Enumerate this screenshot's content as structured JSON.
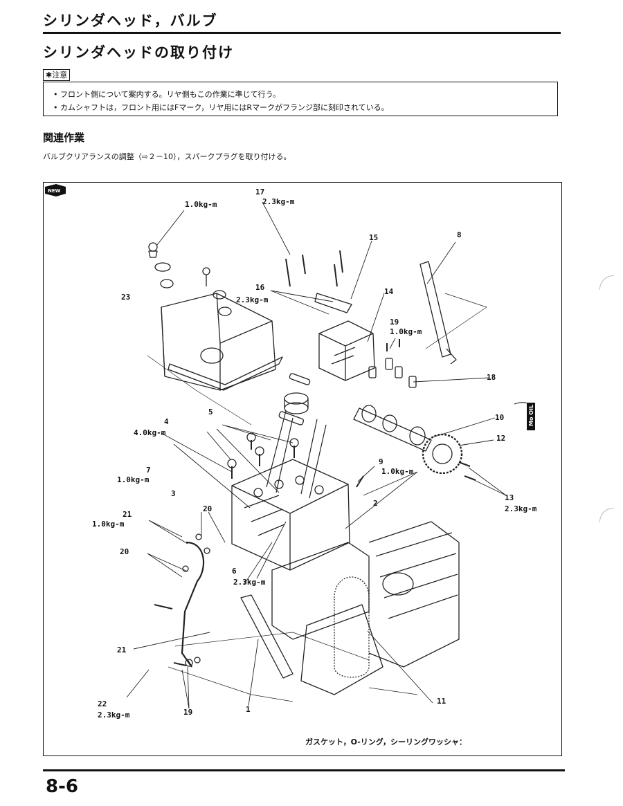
{
  "header": {
    "chapter_title": "シリンダヘッド，バルブ",
    "section_title": "シリンダヘッドの取り付け"
  },
  "caution": {
    "badge": "注意",
    "lines": [
      "フロント側について案内する。リヤ側もこの作業に準じて行う。",
      "カムシャフトは，フロント用にはFマーク，リヤ用にはRマークがフランジ部に刻印されている。"
    ]
  },
  "related": {
    "heading": "関連作業",
    "text": "バルブクリアランスの調整（⇨２－10），スパークプラグを取り付ける。"
  },
  "callouts": [
    {
      "id": "1",
      "label": "1"
    },
    {
      "id": "2",
      "label": "2"
    },
    {
      "id": "3",
      "label": "3"
    },
    {
      "id": "4",
      "label": "4"
    },
    {
      "id": "4t",
      "label": "4.0kg-m"
    },
    {
      "id": "5",
      "label": "5"
    },
    {
      "id": "6",
      "label": "6"
    },
    {
      "id": "6t",
      "label": "2.3kg-m"
    },
    {
      "id": "7",
      "label": "7"
    },
    {
      "id": "7t",
      "label": "1.0kg-m"
    },
    {
      "id": "8",
      "label": "8"
    },
    {
      "id": "9",
      "label": "9"
    },
    {
      "id": "9t",
      "label": "1.0kg-m"
    },
    {
      "id": "10",
      "label": "10"
    },
    {
      "id": "11",
      "label": "11"
    },
    {
      "id": "12",
      "label": "12"
    },
    {
      "id": "13",
      "label": "13"
    },
    {
      "id": "13t",
      "label": "2.3kg-m"
    },
    {
      "id": "14",
      "label": "14"
    },
    {
      "id": "15",
      "label": "15"
    },
    {
      "id": "16",
      "label": "16"
    },
    {
      "id": "16t",
      "label": "2.3kg-m"
    },
    {
      "id": "17",
      "label": "17"
    },
    {
      "id": "17t",
      "label": "2.3kg-m"
    },
    {
      "id": "18",
      "label": "18"
    },
    {
      "id": "19a",
      "label": "19"
    },
    {
      "id": "19at",
      "label": "1.0kg-m"
    },
    {
      "id": "19b",
      "label": "19"
    },
    {
      "id": "20a",
      "label": "20"
    },
    {
      "id": "20b",
      "label": "20"
    },
    {
      "id": "21a",
      "label": "21"
    },
    {
      "id": "21at",
      "label": "1.0kg-m"
    },
    {
      "id": "21b",
      "label": "21"
    },
    {
      "id": "22",
      "label": "22"
    },
    {
      "id": "22t",
      "label": "2.3kg-m"
    },
    {
      "id": "23",
      "label": "23"
    },
    {
      "id": "top",
      "label": "1.0kg-m"
    }
  ],
  "oil_tag": "Mo OIL",
  "footnote": "ガスケット，O-リング，シーリングワッシャ：",
  "new_badge": "NEW",
  "footer": {
    "page_number": "8-6"
  }
}
